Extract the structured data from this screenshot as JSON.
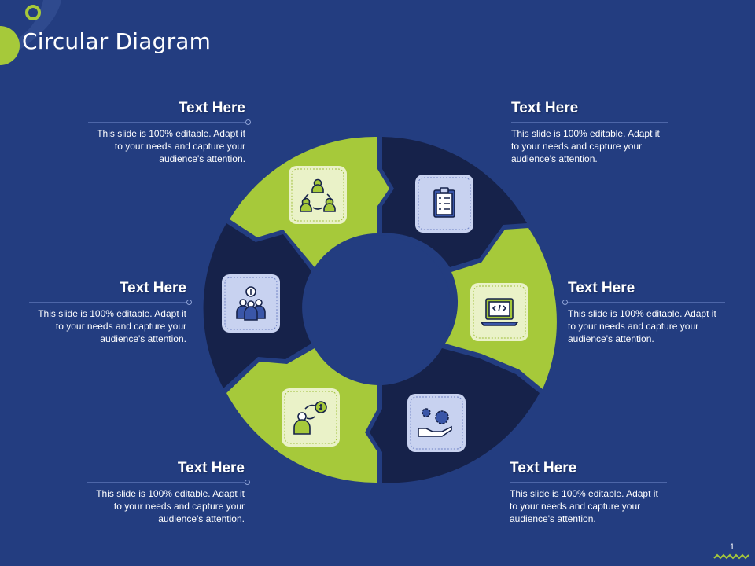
{
  "title": "Circular Diagram",
  "page_number": "1",
  "colors": {
    "background": "#233d80",
    "accent": "#a6c93a",
    "dark_segment": "#16224a",
    "tile_light": "#eaf2c8",
    "tile_blue": "#c8d2f0"
  },
  "segments": [
    {
      "heading": "Text Here",
      "body": "This slide is 100% editable. Adapt it to your needs and capture your audience's attention.",
      "icon": "team-network-icon"
    },
    {
      "heading": "Text Here",
      "body": "This slide is 100% editable. Adapt it to your needs and capture your audience's attention.",
      "icon": "clipboard-checklist-icon"
    },
    {
      "heading": "Text Here",
      "body": "This slide is 100% editable. Adapt it to your needs and capture your audience's attention.",
      "icon": "laptop-code-icon"
    },
    {
      "heading": "Text Here",
      "body": "This slide is 100% editable. Adapt it to your needs and capture your audience's attention.",
      "icon": "hand-gears-icon"
    },
    {
      "heading": "Text Here",
      "body": "This slide is 100% editable. Adapt it to your needs and capture your audience's attention.",
      "icon": "businessman-money-icon"
    },
    {
      "heading": "Text Here",
      "body": "This slide is 100% editable. Adapt it to your needs and capture your audience's attention.",
      "icon": "business-team-dollar-icon"
    }
  ]
}
